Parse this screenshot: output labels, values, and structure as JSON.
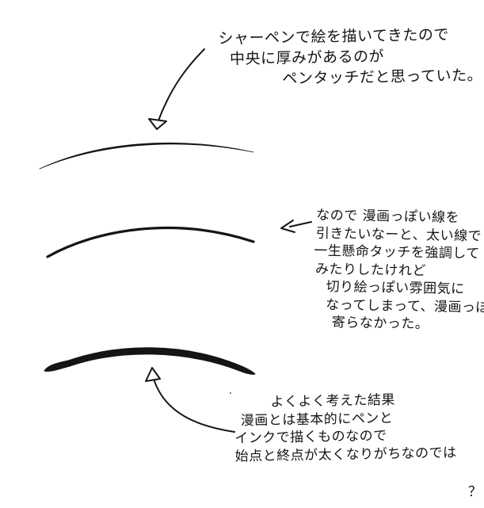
{
  "notes": {
    "top": {
      "lines": [
        "シャーペンで絵を描いてきたので",
        "中央に厚みがあるのが",
        "ペンタッチだと思っていた。"
      ]
    },
    "middle": {
      "lines": [
        "なので 漫画っぽい線を",
        "引きたいなーと、太い線で",
        "一生懸命タッチを強調して",
        "みたりしたけれど",
        "切り絵っぽい雰囲気に",
        "なってしまって、漫画っぽさに",
        "寄らなかった。"
      ]
    },
    "bottom": {
      "lines": [
        "よくよく考えた結果",
        "漫画とは基本的にペンと",
        "インクで描くものなので",
        "始点と終点が太くなりがちなのでは"
      ],
      "trailing_mark": "？"
    }
  },
  "colors": {
    "ink": "#151515",
    "paper": "#ffffff"
  }
}
